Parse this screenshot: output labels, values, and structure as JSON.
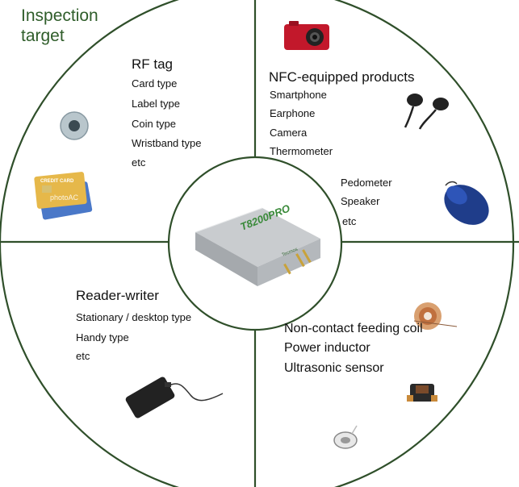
{
  "title": {
    "line1": "Inspection",
    "line2": "target"
  },
  "center_device": {
    "brand_label": "T8200PRO",
    "maker_label": "Tecmos"
  },
  "rf_tag": {
    "heading": "RF tag",
    "items": [
      "Card type",
      "Label type",
      "Coin type",
      "Wristband type",
      "etc"
    ],
    "card_label": "CREDIT CARD",
    "card_watermark": "photoAC"
  },
  "nfc": {
    "heading": "NFC-equipped products",
    "items": [
      "Smartphone",
      "Earphone",
      "Camera",
      "Thermometer"
    ],
    "items2": [
      "Pedometer",
      "Speaker",
      "etc"
    ]
  },
  "reader_writer": {
    "heading": "Reader-writer",
    "items": [
      "Stationary / desktop type",
      "Handy type",
      "etc"
    ]
  },
  "coil": {
    "items": [
      "Non-contact feeding coil",
      "Power inductor",
      "Ultrasonic sensor"
    ]
  },
  "colors": {
    "outline": "#2f4f2a",
    "title": "#2f5d2a",
    "device_text": "#3a8a3a"
  }
}
